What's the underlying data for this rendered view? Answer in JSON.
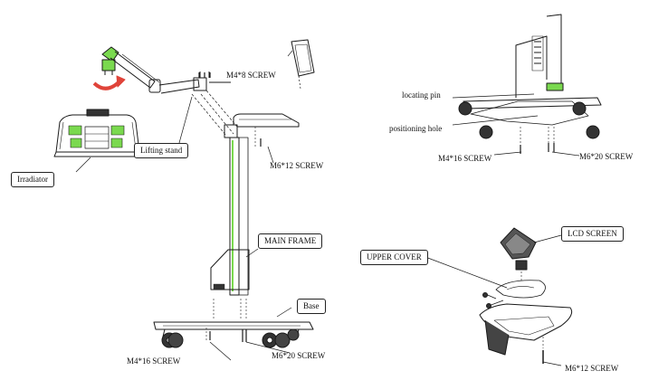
{
  "colors": {
    "line": "#1a1a1a",
    "highlight": "#7ad94f",
    "arrow": "#e0443a"
  },
  "labels": {
    "m4x8_screw": "M4*8 SCREW",
    "lifting_stand": "Lifting stand",
    "irradiator": "Irradiator",
    "m6x12_screw_main": "M6*12 SCREW",
    "main_frame": "MAIN FRAME",
    "base": "Base",
    "m4x16_screw_main": "M4*16 SCREW",
    "m6x20_screw_main": "M6*20 SCREW",
    "locating_pin": "locating pin",
    "positioning_hole": "positioning hole",
    "m4x16_screw_detail": "M4*16 SCREW",
    "m6x20_screw_detail": "M6*20 SCREW",
    "lcd_screen": "LCD SCREEN",
    "upper_cover": "UPPER COVER",
    "m6x12_screw_detail": "M6*12 SCREW"
  }
}
